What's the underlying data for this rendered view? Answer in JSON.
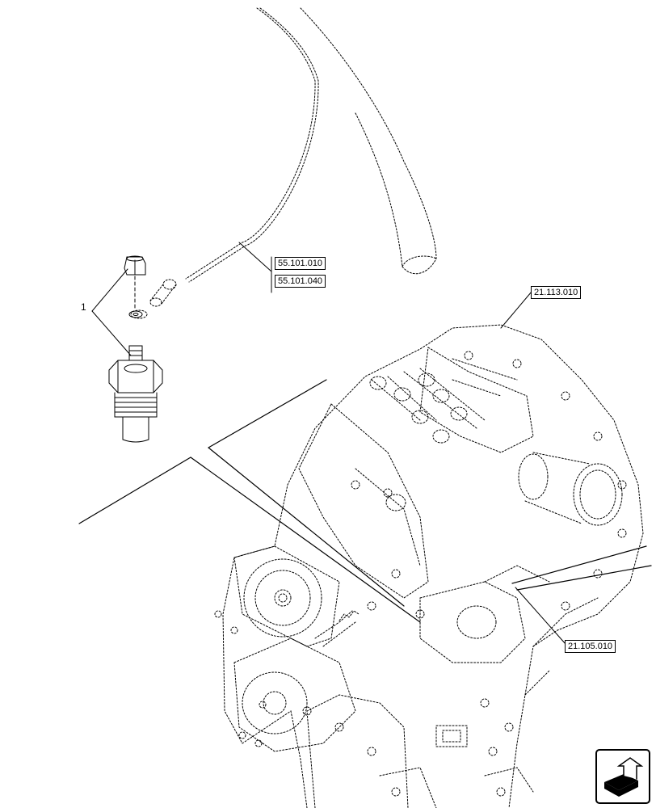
{
  "diagram": {
    "callout_item": "1",
    "refs": {
      "r1": "55.101.010",
      "r2": "55.101.040",
      "r3": "21.113.010",
      "r4": "21.105.010"
    },
    "nav_icon": "next-page-arrow-icon"
  }
}
